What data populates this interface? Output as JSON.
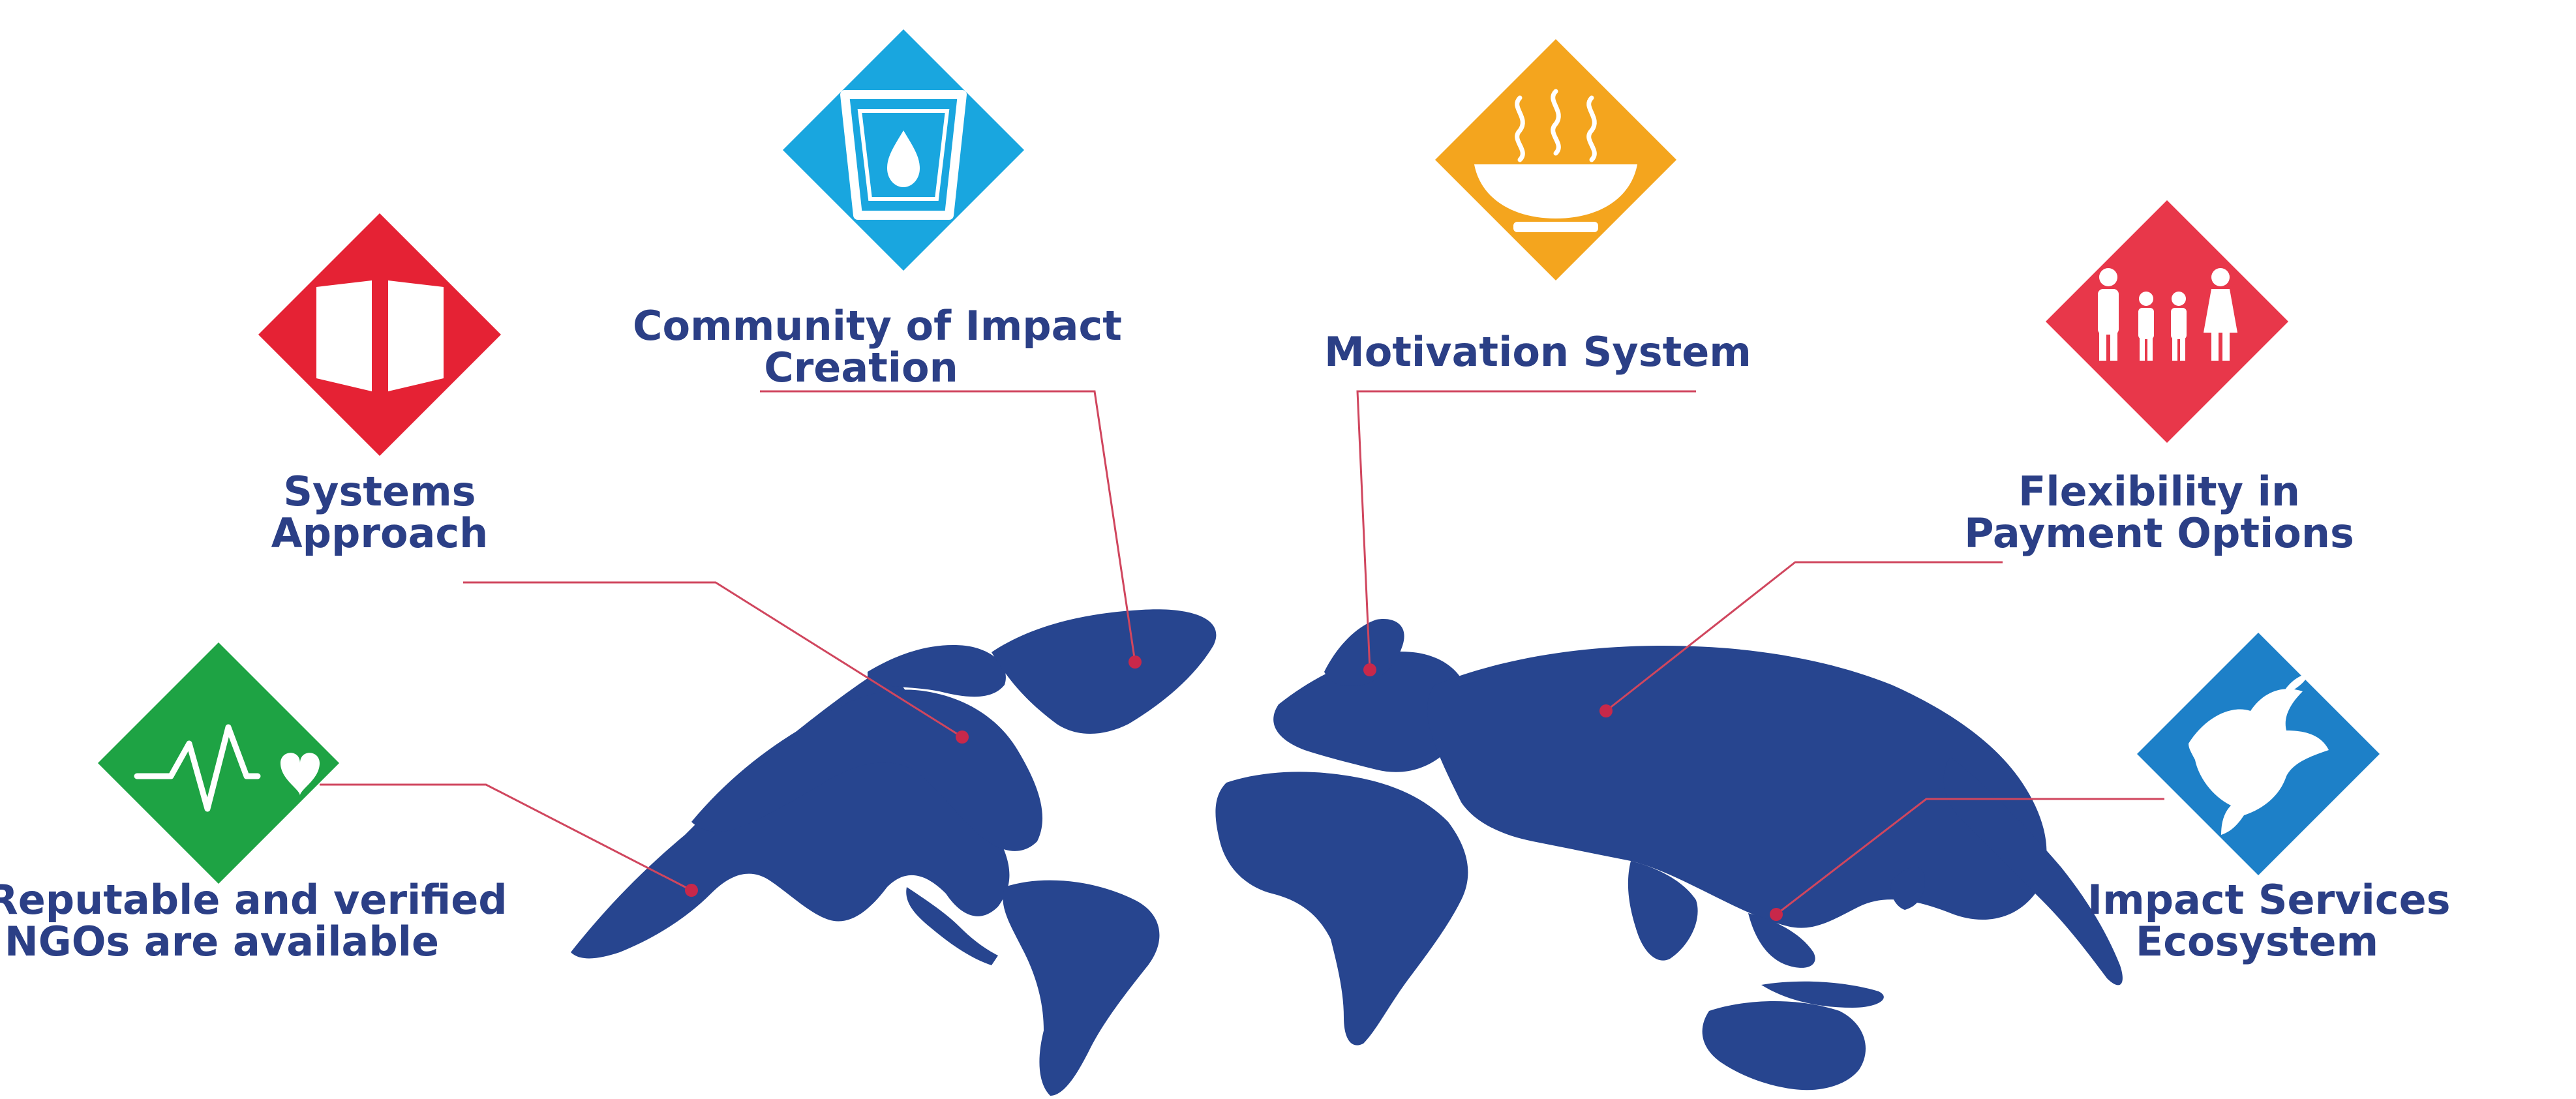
{
  "colors": {
    "map": "#27458f",
    "text": "#2b3f86",
    "leader": "#d0465e",
    "dot": "#c8284a",
    "icon_line": "#ffffff"
  },
  "features": [
    {
      "id": "ngos",
      "label_lines": [
        "Reputable and verified",
        "NGOs are available"
      ],
      "icon": "heartbeat-heart-icon",
      "color": "#1ea344"
    },
    {
      "id": "systems",
      "label_lines": [
        "Systems",
        "Approach"
      ],
      "icon": "open-book-icon",
      "color": "#e52234"
    },
    {
      "id": "community",
      "label_lines": [
        "Community of Impact",
        "Creation"
      ],
      "icon": "water-glass-icon",
      "color": "#19a6df"
    },
    {
      "id": "motivation",
      "label_lines": [
        "Motivation System"
      ],
      "icon": "hot-bowl-icon",
      "color": "#f4a51e"
    },
    {
      "id": "flexibility",
      "label_lines": [
        "Flexibility in",
        "Payment Options"
      ],
      "icon": "family-icon",
      "color": "#e8374a"
    },
    {
      "id": "ecosystem",
      "label_lines": [
        "Impact Services",
        "Ecosystem"
      ],
      "icon": "dove-icon",
      "color": "#1d80c8"
    }
  ]
}
